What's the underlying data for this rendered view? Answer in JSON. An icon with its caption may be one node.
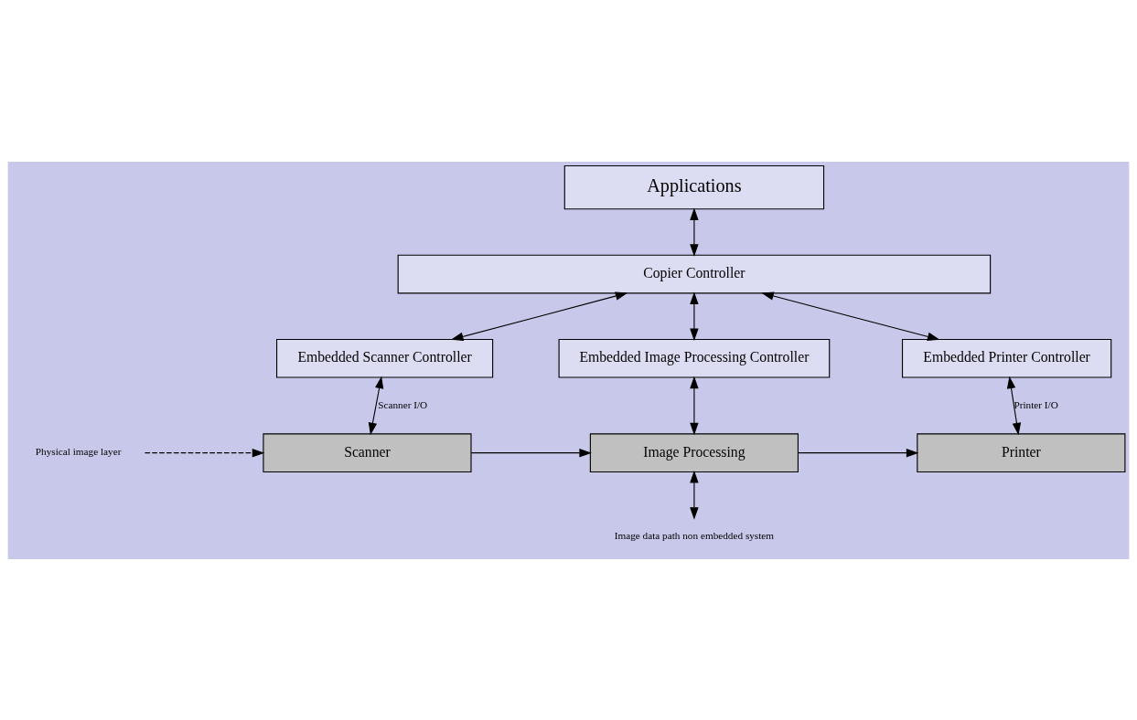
{
  "diagram": {
    "nodes": [
      {
        "text": [
          "Applications"
        ]
      },
      {
        "text": [
          "Copier Controller"
        ]
      },
      {
        "text": [
          "Embedded Scanner Controller"
        ]
      },
      {
        "text": [
          "Embedded Printer Controller"
        ]
      },
      {
        "text": [
          "Embedded Image Processing Controller"
        ]
      },
      {
        "text": [
          "Scanner"
        ]
      },
      {
        "text": [
          "Image Processing"
        ]
      },
      {
        "text": [
          "Printer"
        ]
      },
      {
        "text": [
          "Physical image layer"
        ]
      },
      {
        "text": [
          "Image data path non embedded system"
        ]
      }
    ],
    "edges": [
      {
        "from": 0,
        "to": 1,
        "arrow": "both"
      },
      {
        "from": 1,
        "to": 2,
        "arrow": "both"
      },
      {
        "from": 1,
        "to": 4,
        "arrow": "both"
      },
      {
        "from": 1,
        "to": 3,
        "arrow": "both"
      },
      {
        "from": 2,
        "to": 5,
        "arrow": "both",
        "label": "Scanner I/O"
      },
      {
        "from": 3,
        "to": 7,
        "arrow": "both",
        "label": "Printer I/O"
      },
      {
        "from": 4,
        "to": 6,
        "arrow": "both"
      },
      {
        "from": 8,
        "to": 5,
        "arrow": "to",
        "style": "dashed"
      },
      {
        "from": 5,
        "to": 6,
        "arrow": "to"
      },
      {
        "from": 6,
        "to": 7,
        "arrow": "to"
      },
      {
        "from": 6,
        "to": 9,
        "arrow": "both"
      }
    ]
  }
}
